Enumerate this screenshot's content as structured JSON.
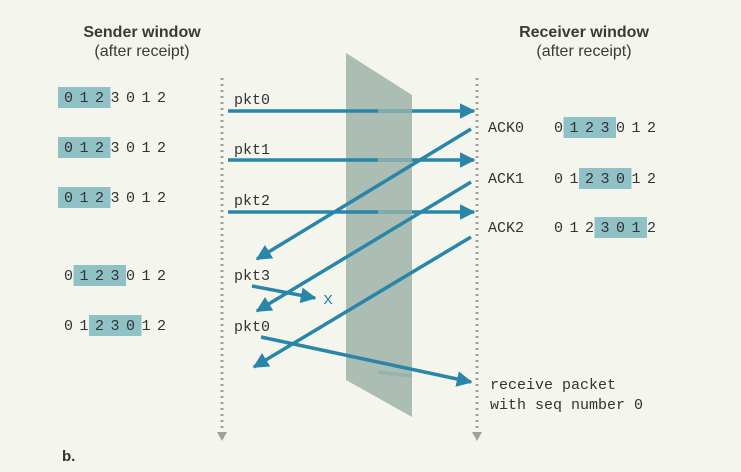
{
  "titles": {
    "sender_title": "Sender window",
    "sender_subtitle": "(after receipt)",
    "receiver_title": "Receiver window",
    "receiver_subtitle": "(after receipt)"
  },
  "sender_windows": [
    {
      "seq": [
        "0",
        "1",
        "2",
        "3",
        "0",
        "1",
        "2"
      ],
      "window_start": 0
    },
    {
      "seq": [
        "0",
        "1",
        "2",
        "3",
        "0",
        "1",
        "2"
      ],
      "window_start": 0
    },
    {
      "seq": [
        "0",
        "1",
        "2",
        "3",
        "0",
        "1",
        "2"
      ],
      "window_start": 0
    },
    {
      "seq": [
        "0",
        "1",
        "2",
        "3",
        "0",
        "1",
        "2"
      ],
      "window_start": 1
    },
    {
      "seq": [
        "0",
        "1",
        "2",
        "3",
        "0",
        "1",
        "2"
      ],
      "window_start": 2
    }
  ],
  "receiver_windows": [
    {
      "ack": "ACK0",
      "seq": [
        "0",
        "1",
        "2",
        "3",
        "0",
        "1",
        "2"
      ],
      "window_start": 1
    },
    {
      "ack": "ACK1",
      "seq": [
        "0",
        "1",
        "2",
        "3",
        "0",
        "1",
        "2"
      ],
      "window_start": 2
    },
    {
      "ack": "ACK2",
      "seq": [
        "0",
        "1",
        "2",
        "3",
        "0",
        "1",
        "2"
      ],
      "window_start": 3
    }
  ],
  "window_size": 3,
  "packets": [
    {
      "label": "pkt0"
    },
    {
      "label": "pkt1"
    },
    {
      "label": "pkt2"
    },
    {
      "label": "pkt3",
      "lost_marker": "x"
    },
    {
      "label": "pkt0"
    }
  ],
  "receive_note": {
    "line1": "receive packet",
    "line2": "with seq number 0"
  },
  "caption": "b.",
  "colors": {
    "background": "#f4f6ee",
    "window_highlight": "#8fc1c6",
    "arrow": "#2a86a8",
    "barrier": "#9fb3a8",
    "timeline": "#a0a0a0"
  }
}
